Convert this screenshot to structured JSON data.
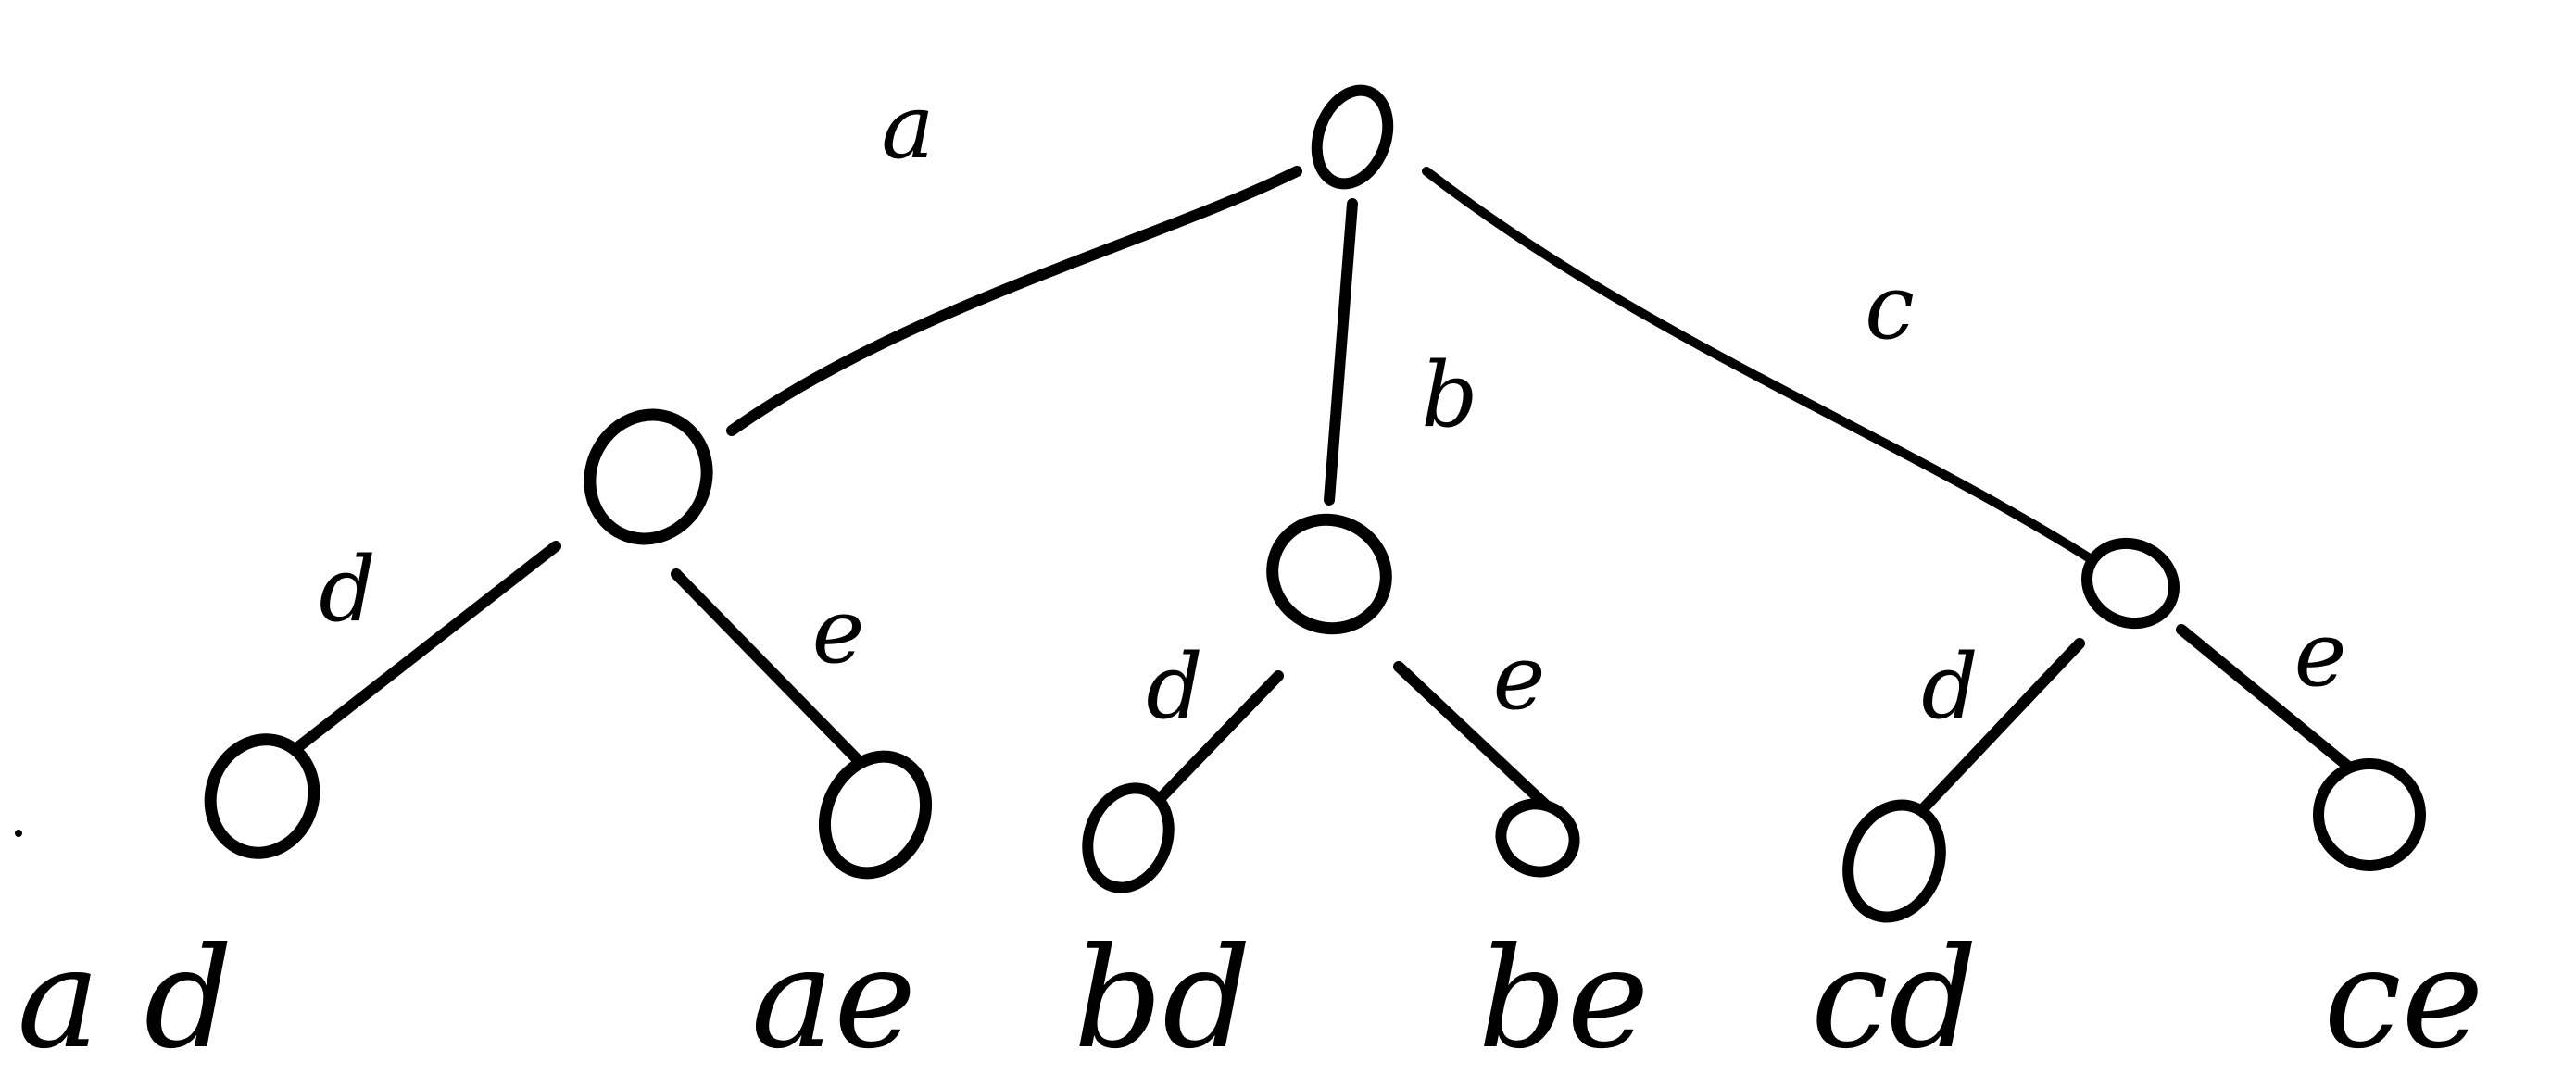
{
  "style": {
    "ink": "#000000",
    "background": "#ffffff"
  },
  "tree": {
    "root": {
      "edges": [
        {
          "label": "a",
          "child": {
            "edges": [
              {
                "label": "d",
                "child": {
                  "leaf": "a d"
                }
              },
              {
                "label": "e",
                "child": {
                  "leaf": "ae"
                }
              }
            ]
          }
        },
        {
          "label": "b",
          "child": {
            "edges": [
              {
                "label": "d",
                "child": {
                  "leaf": "bd"
                }
              },
              {
                "label": "e",
                "child": {
                  "leaf": "be"
                }
              }
            ]
          }
        },
        {
          "label": "c",
          "child": {
            "edges": [
              {
                "label": "d",
                "child": {
                  "leaf": "cd"
                }
              },
              {
                "label": "e",
                "child": {
                  "leaf": "ce"
                }
              }
            ]
          }
        }
      ]
    }
  }
}
